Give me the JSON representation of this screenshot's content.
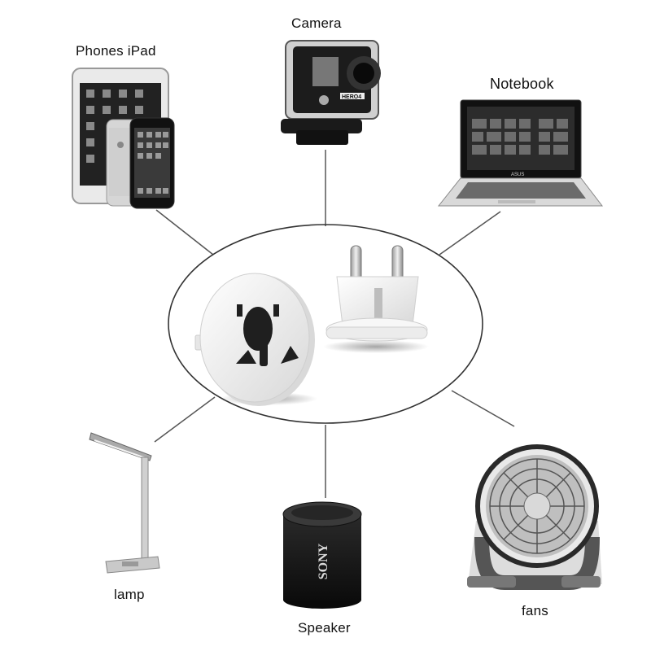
{
  "labels": {
    "camera": "Camera",
    "phones_ipad": "Phones iPad",
    "notebook": "Notebook",
    "lamp": "lamp",
    "speaker": "Speaker",
    "fans": "fans"
  },
  "product_branding": {
    "camera_model": "HERO4",
    "laptop_brand": "ASUS",
    "speaker_brand": "SONY"
  },
  "colors": {
    "background": "#ffffff",
    "line": "#555555",
    "device_dark": "#1a1a1a",
    "adapter_white": "#f2f2f2"
  },
  "icons": [
    "action-camera-icon",
    "phone-tablet-icon",
    "laptop-icon",
    "desk-lamp-icon",
    "bluetooth-speaker-icon",
    "desk-fan-icon",
    "universal-socket-adapter-icon",
    "eu-plug-adapter-icon"
  ]
}
